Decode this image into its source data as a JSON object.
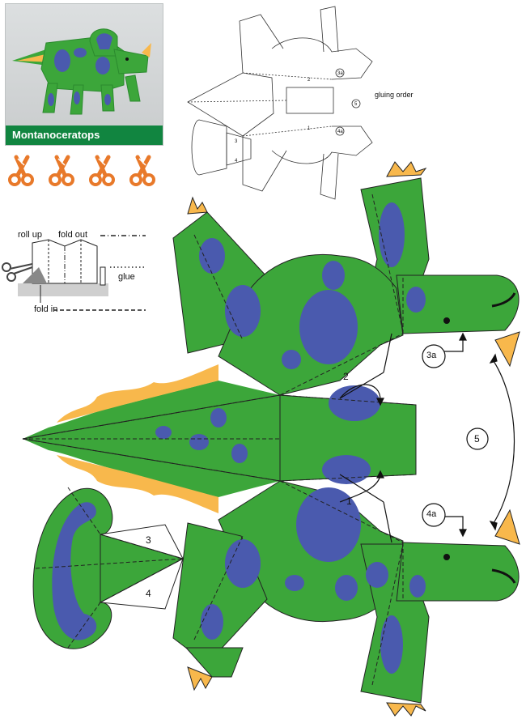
{
  "title": "Montanoceratops",
  "legend": {
    "roll_up": "roll up",
    "fold_out": "fold out",
    "glue": "glue",
    "fold_in": "fold in"
  },
  "overview": {
    "gluing_order": "gluing order",
    "steps": [
      "1",
      "2",
      "3",
      "3a",
      "4",
      "4a",
      "5"
    ]
  },
  "tabs": {
    "step1": "1",
    "step2": "2",
    "step3": "3",
    "step4": "4",
    "step3a": "3a",
    "step4a": "4a",
    "step5": "5"
  },
  "colors": {
    "body_green": "#3ca63a",
    "spot_blue": "#4a5aae",
    "belly_orange": "#f8b84c",
    "outline": "#222222",
    "caption_bg": "#118540",
    "scissors_orange": "#e8792a"
  },
  "icons": [
    "scissors-icon",
    "scissors-icon",
    "scissors-icon",
    "scissors-icon"
  ]
}
